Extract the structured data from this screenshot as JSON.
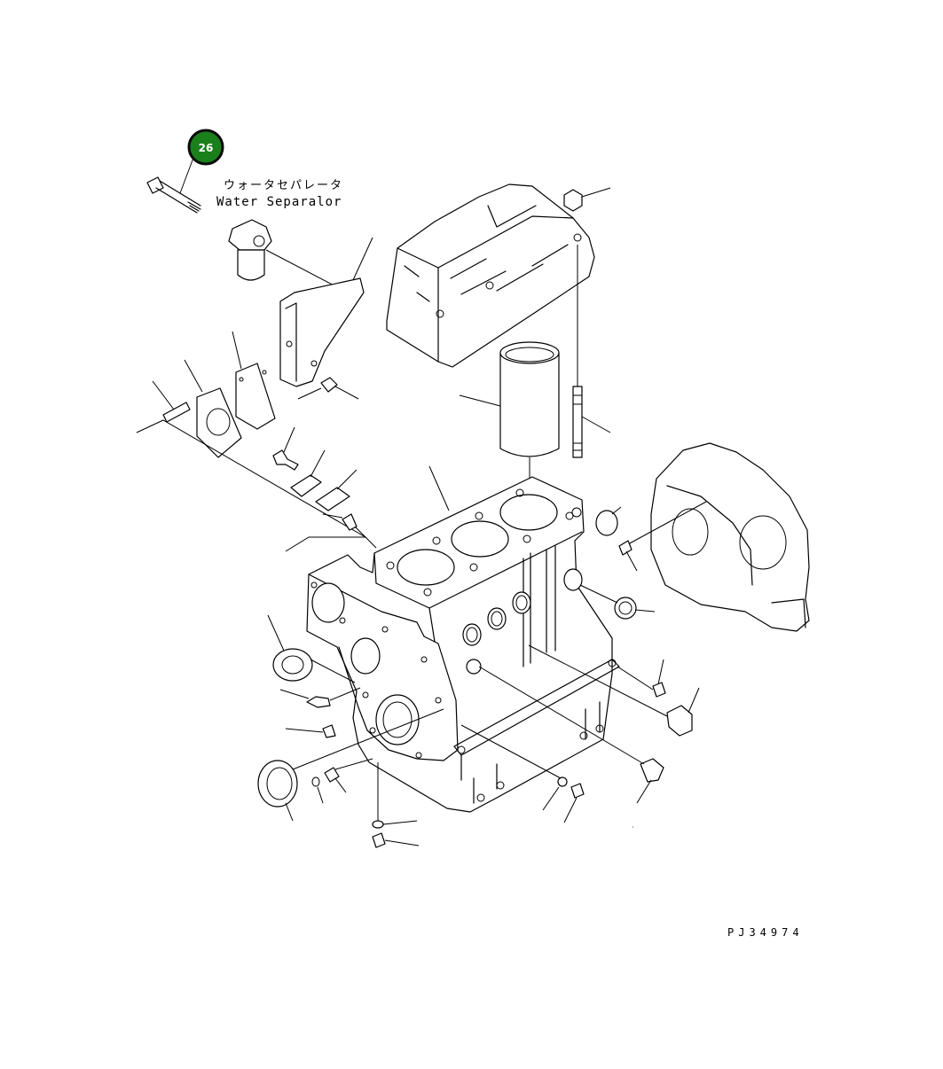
{
  "diagram": {
    "callout": {
      "number": "26",
      "color": "#1b7f1b"
    },
    "labels": {
      "water_separator_jp": "ウォータセパレータ",
      "water_separator_en": "Water Separalor"
    },
    "drawing_code": "PJ34974"
  }
}
